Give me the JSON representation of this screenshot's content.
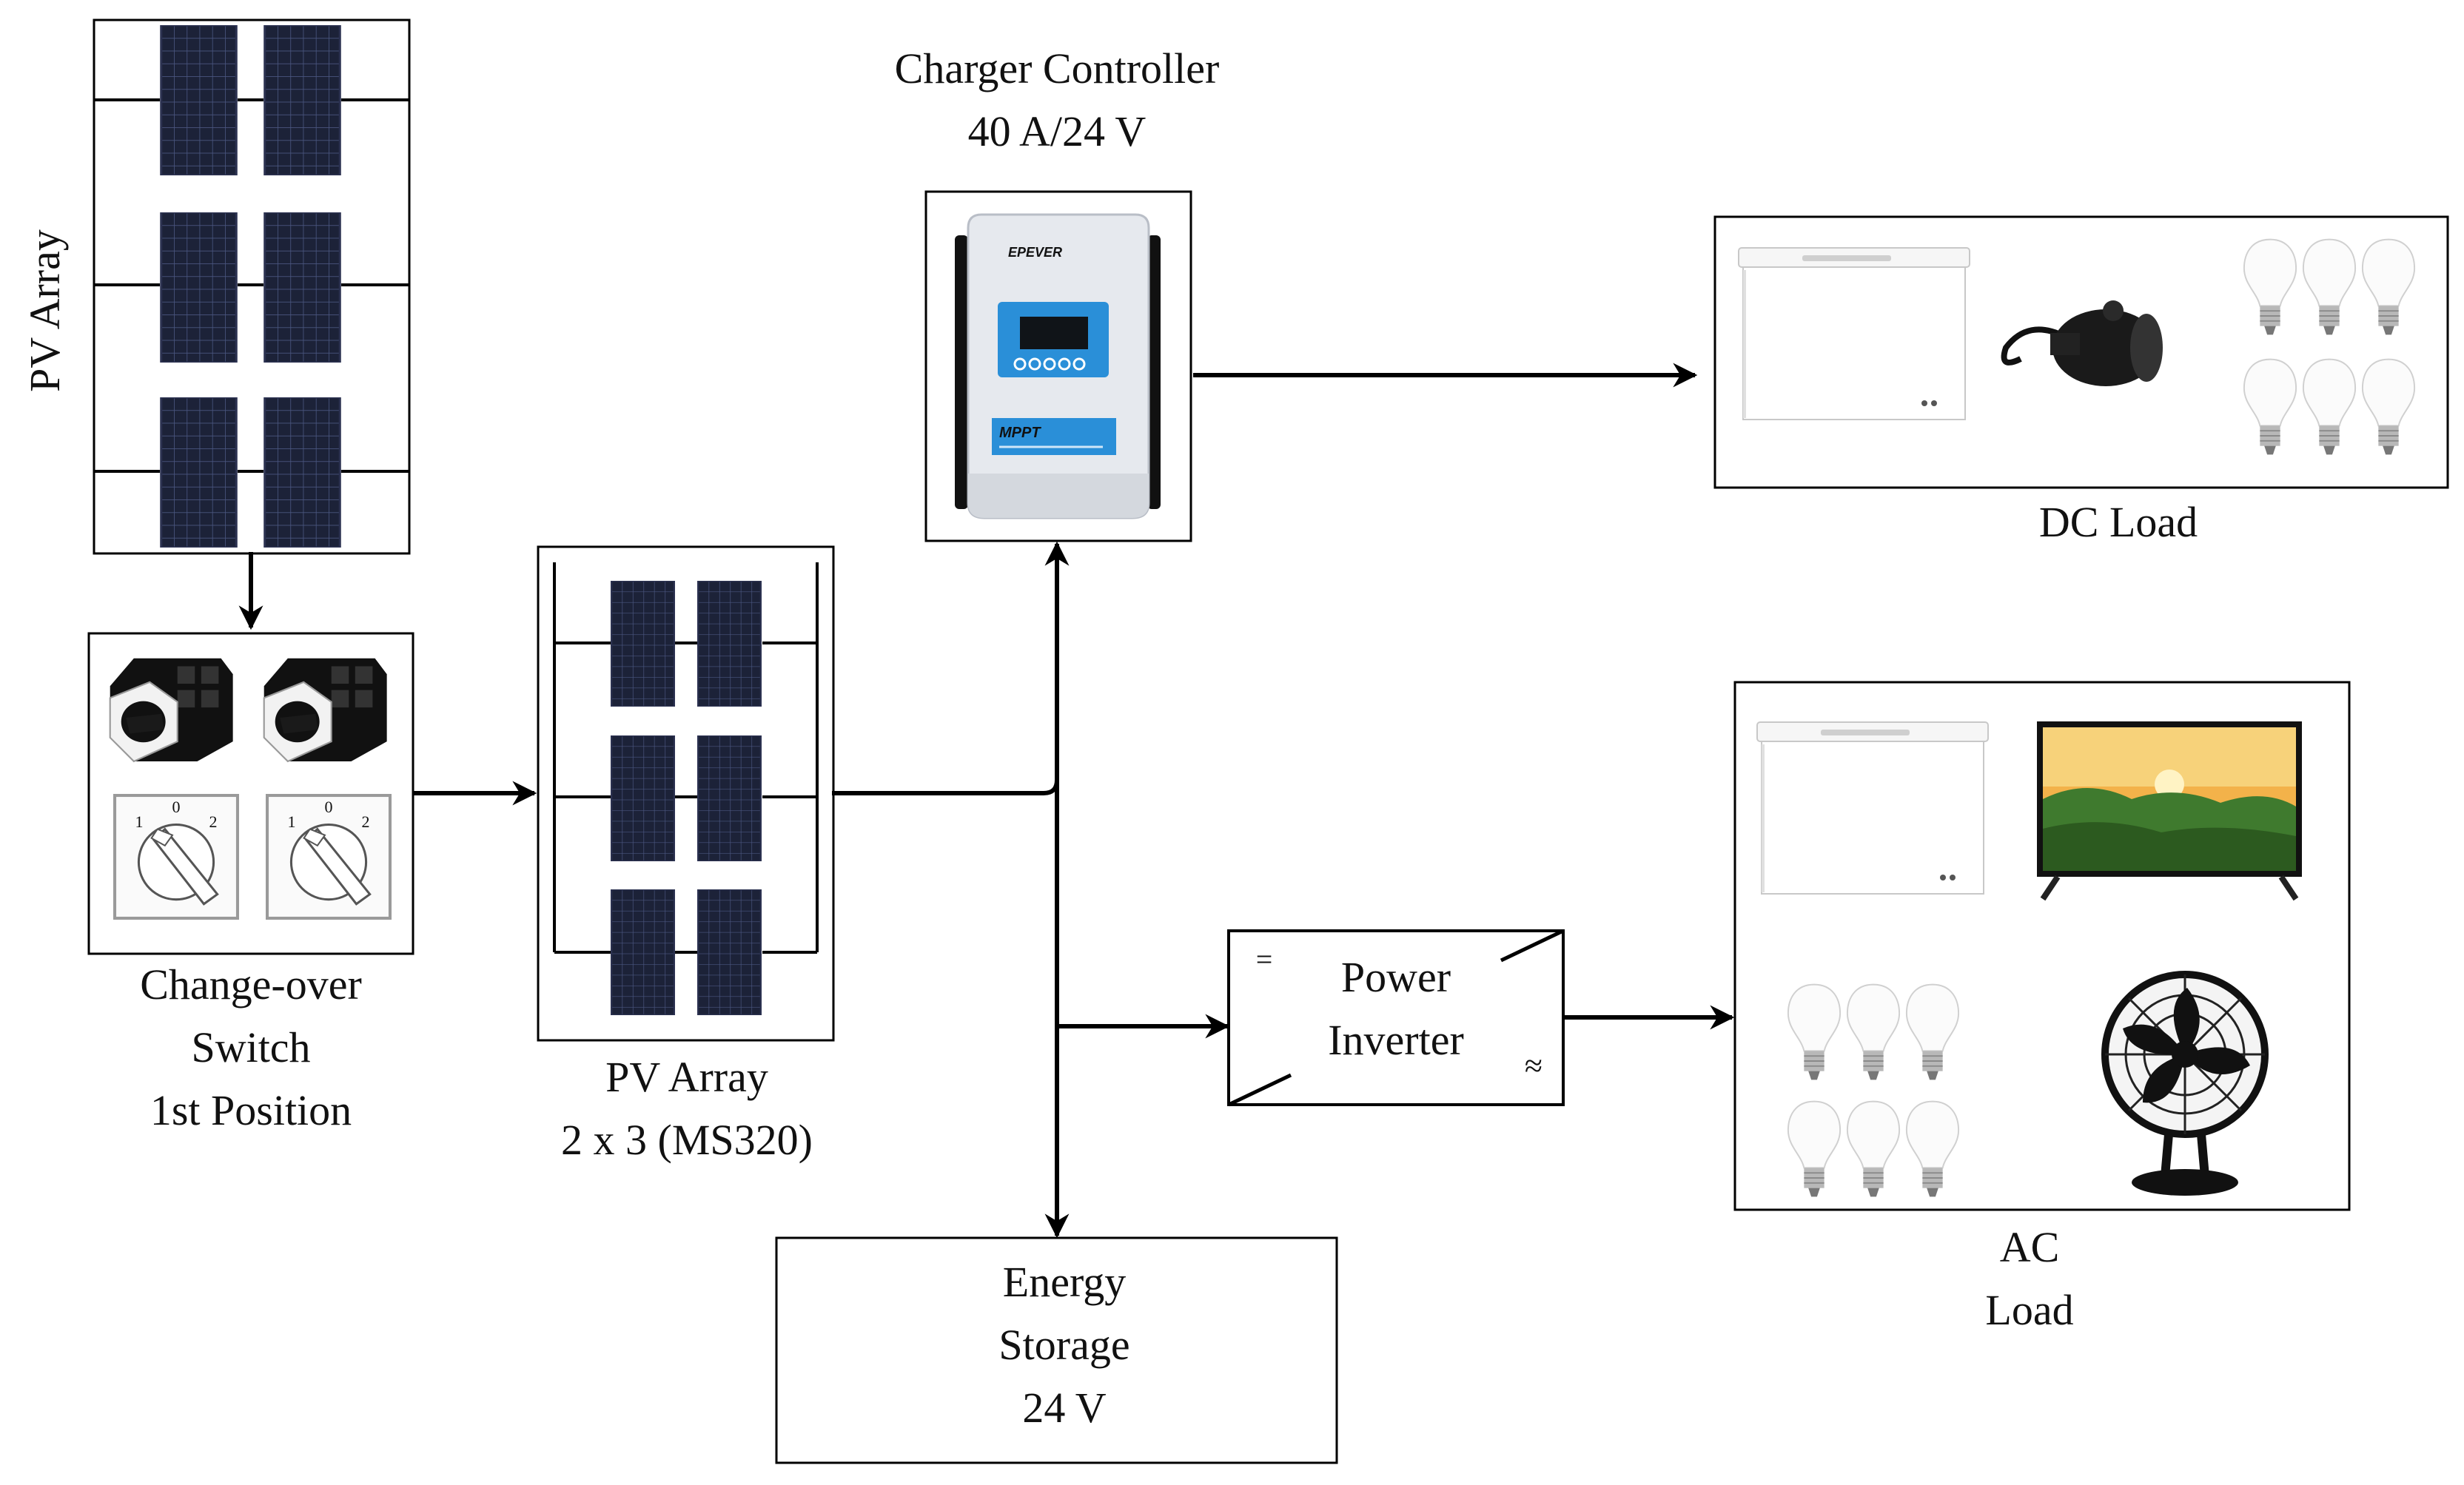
{
  "pv_array_top": {
    "label": "PV Array"
  },
  "switch": {
    "line1": "Change-over",
    "line2": "Switch",
    "line3": "1st Position",
    "dial_marks": [
      "1",
      "0",
      "2"
    ]
  },
  "pv_array_mid": {
    "line1": "PV Array",
    "line2": "2 x 3 (MS320)"
  },
  "controller": {
    "line1": "Charger Controller",
    "line2": "40 A/24 V",
    "device_label": "MPPT"
  },
  "dc_load": {
    "label": "DC Load"
  },
  "inverter": {
    "line1": "Power",
    "line2": "Inverter",
    "dc_symbol": "=",
    "ac_symbol": "≈"
  },
  "storage": {
    "line1": "Energy",
    "line2": "Storage",
    "line3": "24 V"
  },
  "ac_load": {
    "line1": "AC",
    "line2": "Load"
  },
  "colors": {
    "line": "#000000",
    "panel": "#1c2238",
    "panel_grid": "#4a5680",
    "screen": "#2a8fd8",
    "device_body": "#e6e9ee"
  }
}
